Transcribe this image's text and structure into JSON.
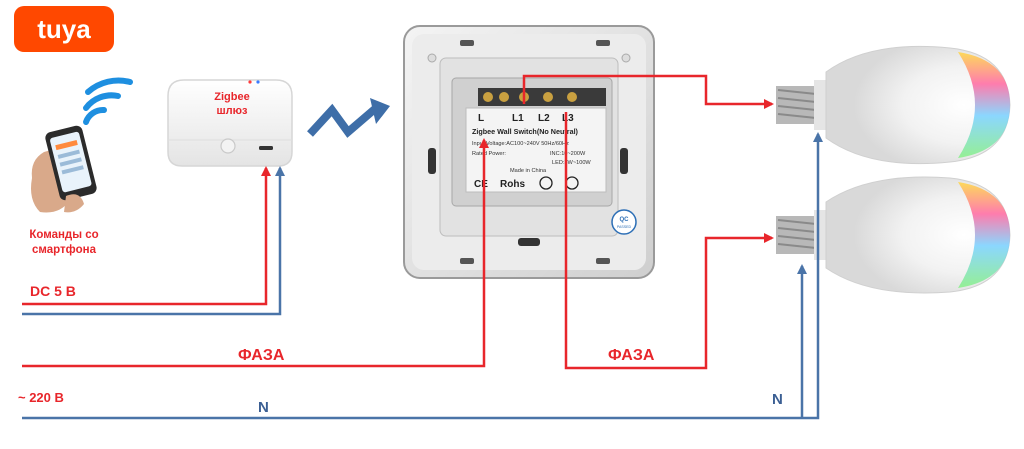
{
  "brand": {
    "logo_text": "tuya",
    "color": "#ff4800"
  },
  "hub": {
    "label_line1": "Zigbee",
    "label_line2": "шлюз"
  },
  "phone": {
    "caption_line1": "Команды со",
    "caption_line2": "смартфона"
  },
  "switch": {
    "terminals": {
      "l": "L",
      "l1": "L1",
      "l2": "L2",
      "l3": "L3"
    },
    "spec_title": "Zigbee Wall Switch(No Neutral)",
    "spec_input": "Input Voltage:AC100~240V 50Hz/60Hz",
    "spec_power_label": "Rated Power:",
    "spec_inc": "INC:10~200W",
    "spec_led": "LED:3W~100W",
    "made_in": "Made in China",
    "ce": "CE",
    "rohs": "Rohs",
    "qc_line1": "QC",
    "qc_line2": "PASSED"
  },
  "wires": {
    "dc_label": "DC 5 B",
    "ac_label": "~ 220 B",
    "phase_left": "ФАЗА",
    "phase_right": "ФАЗА",
    "neutral_left": "N",
    "neutral_right": "N"
  },
  "colors": {
    "phase": "#e8262b",
    "neutral": "#4a74a8",
    "label_red": "#e8262b",
    "label_blue": "#3b5f93"
  }
}
